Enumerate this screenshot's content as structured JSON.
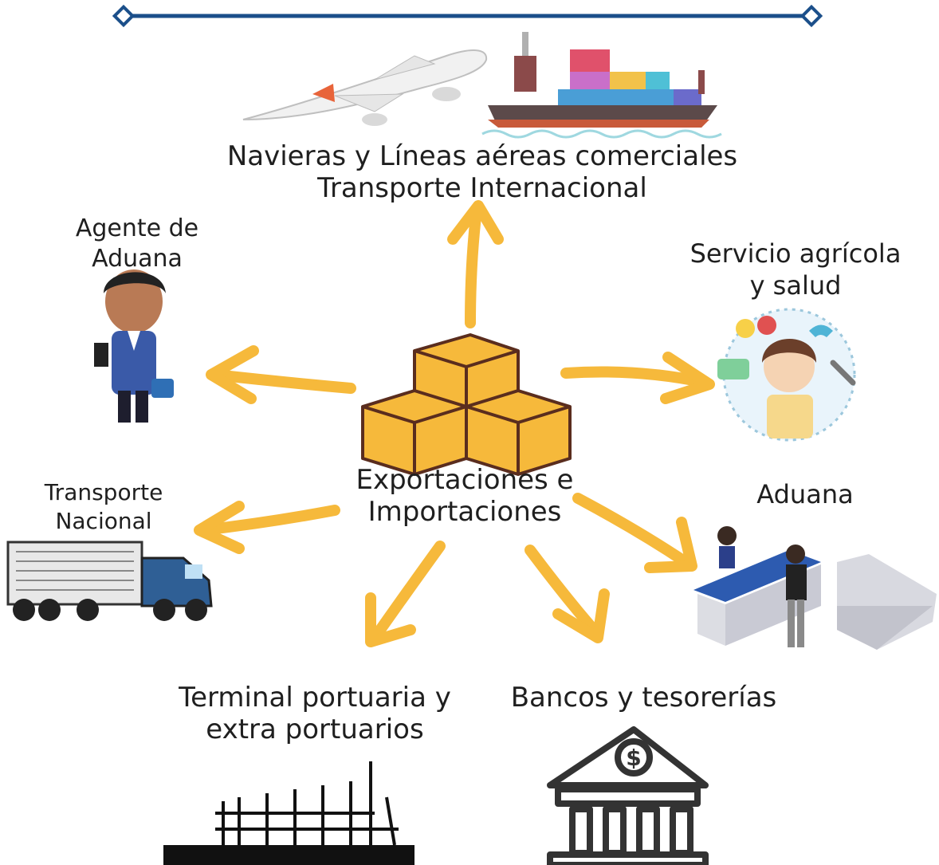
{
  "top_rule": {
    "color": "#1b4f8a"
  },
  "arrow_color": "#f6b93b",
  "center": {
    "line1": "Exportaciones e",
    "line2": "Importaciones"
  },
  "nodes": {
    "transport_intl": {
      "line1": "Navieras y Líneas aéreas comerciales",
      "line2": "Transporte Internacional"
    },
    "customs_agent": {
      "line1": "Agente de",
      "line2": "Aduana"
    },
    "agri_health": {
      "line1": "Servicio agrícola",
      "line2": "y salud"
    },
    "national_transport": {
      "line1": "Transporte",
      "line2": "Nacional"
    },
    "customs": {
      "line1": "Aduana"
    },
    "port_terminal": {
      "line1": "Terminal portuaria y",
      "line2": "extra portuarios"
    },
    "banks": {
      "line1": "Bancos y tesorerías"
    }
  },
  "icons": [
    "airplane-icon",
    "container-ship-icon",
    "customs-agent-icon",
    "service-agent-icon",
    "boxes-icon",
    "truck-icon",
    "customs-desk-icon",
    "port-cranes-icon",
    "bank-icon"
  ]
}
